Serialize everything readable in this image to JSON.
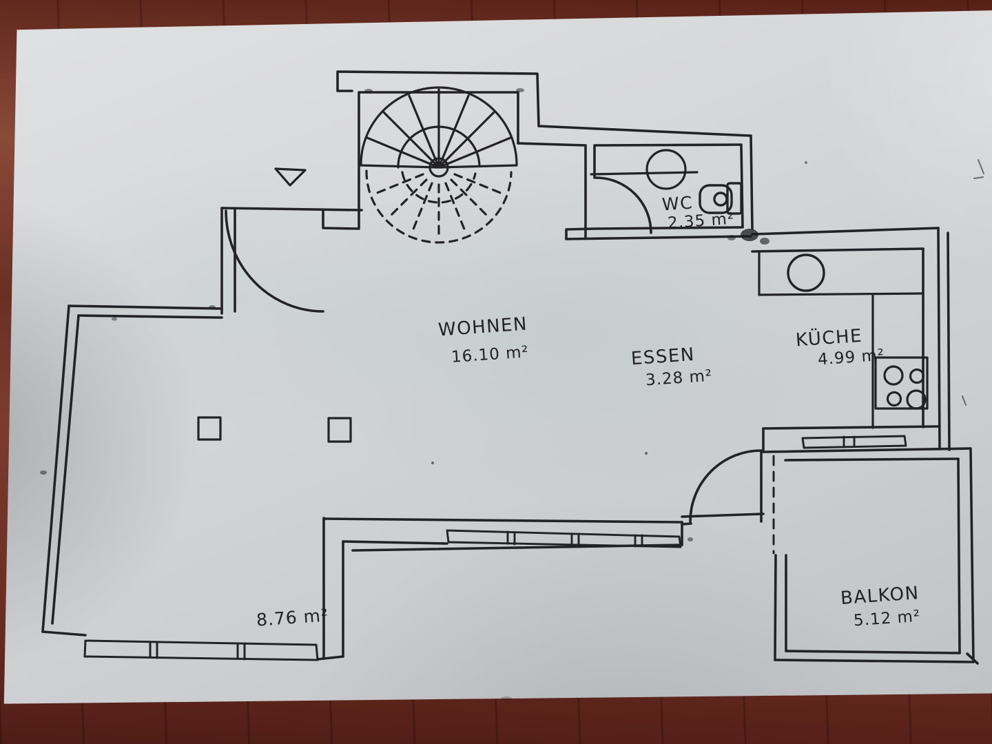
{
  "scene": {
    "type": "hand-drawn apartment floor plan on paper, photographed on a wooden table",
    "ink_color": "#232327",
    "paper_color": "#d4d5d7",
    "table_color": "#6f3227"
  },
  "rooms": [
    {
      "id": "wohnen",
      "label": "WOHNEN",
      "area": "16.10 m²"
    },
    {
      "id": "essen",
      "label": "ESSEN",
      "area": "3.28 m²"
    },
    {
      "id": "kueche",
      "label": "KÜCHE",
      "area": "4.99 m²"
    },
    {
      "id": "wc",
      "label": "WC",
      "area": "2.35 m²"
    },
    {
      "id": "balkon",
      "label": "BALKON",
      "area": "5.12 m²"
    },
    {
      "id": "terrasse",
      "label": "",
      "area": "8.76 m²"
    }
  ],
  "fixtures": [
    "spiral-staircase",
    "wc-sink",
    "toilet",
    "kitchen-sink",
    "stove-4-burners",
    "entry-door",
    "wc-door",
    "balcony-door",
    "window-bands",
    "railings",
    "columns",
    "entrance-marker-triangle"
  ]
}
